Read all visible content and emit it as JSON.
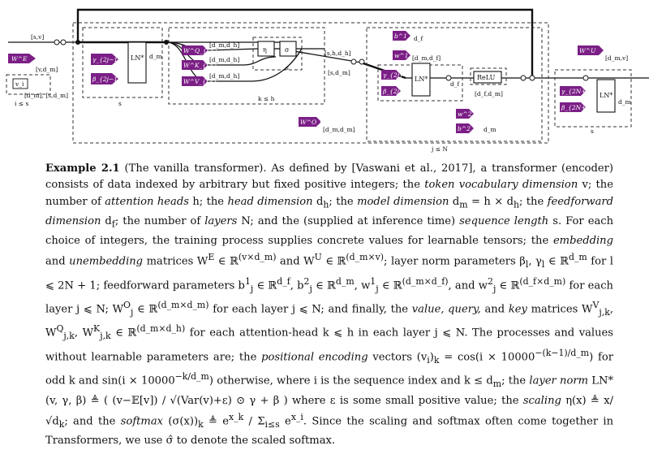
{
  "figure": {
    "tags": {
      "wE": "W^E",
      "wU": "W^U",
      "vi": "v_i",
      "g1": "γ_{2j−1}",
      "b1": "β_{2j−1}",
      "wQ": "W^Q_{j,k}",
      "wK": "W^K_{j,k}",
      "wV": "W^V_{j,k}",
      "wO": "W^O_j",
      "g2": "γ_{2j}",
      "b2": "β_{2j}",
      "b1j": "b^1_j",
      "w1j": "w^1_j",
      "w2j": "w^2_j",
      "b2j": "b^2_j",
      "gN": "γ_{2N+1}",
      "bN": "β_{2N+1}"
    },
    "boxes": {
      "ln": "LN*",
      "eta": "η",
      "sigma": "σ",
      "relu": "ReLU"
    },
    "wires": {
      "s_v": "[s,v]",
      "v_dm": "[v,d_m]",
      "dm_s_dm": "[d_m], [s,d_m]",
      "i_le_s": "i ≤ s",
      "dm": "d_m",
      "s": "s",
      "dm_dh": "[d_m,d_h]",
      "k_le_h": "k ≤ h",
      "s_h_dh": "[s,h,d_h]",
      "s_dm": "[s,d_m]",
      "dm_dm": "[d_m,d_m]",
      "j_le_N": "j ≤ N",
      "df": "d_f",
      "dm_df": "[d_m,d_f]",
      "df_dm": "[d_f,d_m]",
      "dm_v": "[d_m,v]"
    }
  },
  "caption": {
    "p1": "Example 2.1",
    "p2": " (The vanilla transformer).  As defined by [Vaswani et al., 2017], a transformer (encoder) consists of data indexed by arbitrary but fixed positive integers; the ",
    "p3": "token vocabulary dimension",
    "p4": " v; the number of ",
    "p5": "attention heads",
    "p6": " h; the ",
    "p7": "head dimension",
    "p8": " d",
    "p9": "h",
    "p10": "; the ",
    "p11": "model dimension",
    "p12": " d",
    "p13": "m",
    "p14": " = h × d",
    "p15": "h",
    "p16": "; the ",
    "p17": "feedforward dimension",
    "p18": " d",
    "p19": "f",
    "p20": "; the number of ",
    "p21": "layers",
    "p22": " N; and the (supplied at inference time) ",
    "p23": "sequence length",
    "p24": " s.  For each choice of integers, the training process supplies concrete values for learnable tensors; the ",
    "p25": "embedding",
    "p26": " and ",
    "p27": "unembedding",
    "p28": " matrices W",
    "p29": "E",
    "p30": " ∈ ℝ",
    "p31": "(v×d_m)",
    "p32": " and W",
    "p33": "U",
    "p34": " ∈ ℝ",
    "p35": "(d_m×v)",
    "p36": "; layer norm parameters β",
    "p37": "l",
    "p38": ", γ",
    "p39": "l",
    "p40": " ∈ ℝ",
    "p41": "d_m",
    "p42": " for l ⩽ 2N + 1; feedforward parameters b",
    "p43": "1",
    "p44": "j",
    "p45": " ∈ ℝ",
    "p46": "d_f",
    "p47": ", b",
    "p48": "2",
    "p49": "j",
    "p50": " ∈ ℝ",
    "p51": "d_m",
    "p52": ", w",
    "p53": "1",
    "p54": "j",
    "p55": " ∈ ℝ",
    "p56": "(d_m×d_f)",
    "p57": ", and w",
    "p58": "2",
    "p59": "j",
    "p60": " ∈ ℝ",
    "p61": "(d_f×d_m)",
    "p62": " for each layer j ⩽ N; W",
    "p63": "O",
    "p64": "j",
    "p65": " ∈ ℝ",
    "p66": "(d_m×d_m)",
    "p67": " for each layer j ⩽ N; and finally, the ",
    "p68": "value, query,",
    "p69": " and ",
    "p70": "key",
    "p71": " matrices W",
    "p72": "V",
    "p73": "j,k",
    "p74": ", W",
    "p75": "Q",
    "p76": "j,k",
    "p77": ", W",
    "p78": "K",
    "p79": "j,k",
    "p80": " ∈ ℝ",
    "p81": "(d_m×d_h)",
    "p82": " for each attention-head k ⩽ h in each layer j ⩽ N.  The processes and values without learnable parameters are; the ",
    "p83": "positional encoding",
    "p84": " vectors (v",
    "p85": "i",
    "p86": ")",
    "p87": "k",
    "p88": " = cos(i × 10000",
    "p89": "−(k−1)/d_m",
    "p90": ") for odd k and sin(i × 10000",
    "p91": "−k/d_m",
    "p92": ") otherwise, where i is the sequence index and k ≤ d",
    "p93": "m",
    "p94": "; the ",
    "p95": "layer norm",
    "p96": " LN*(v, γ, β) ≜ ( (v−𝔼[v]) / √(Var(v)+ε) ⊙ γ + β ) where ε is some small positive value; the ",
    "p97": "scaling",
    "p98": " η(x) ≜ x/√d",
    "p99": "k",
    "p100": "; and the ",
    "p101": "softmax",
    "p102": " (σ(x))",
    "p103": "k",
    "p104": " ≜ e",
    "p105": "x_k",
    "p106": " / Σ",
    "p107": "i≤s",
    "p108": " e",
    "p109": "x_i",
    "p110": ".  Since the scaling and softmax often come together in Transformers, we use σ̂ to denote the scaled softmax."
  }
}
